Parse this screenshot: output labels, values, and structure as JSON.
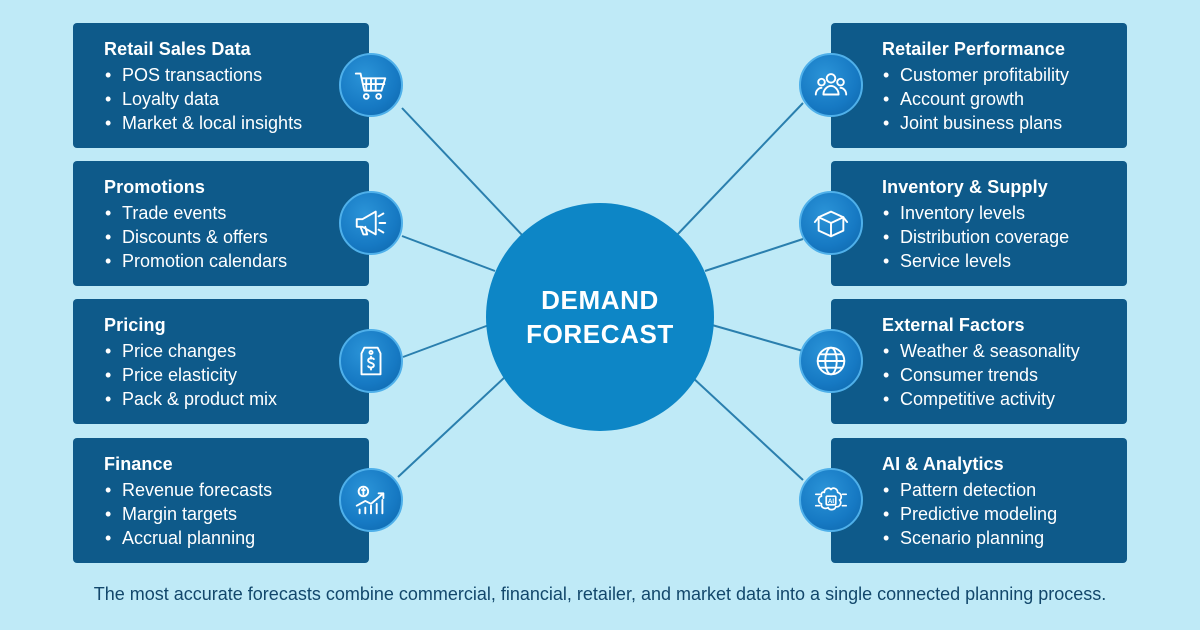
{
  "hub": {
    "line1": "DEMAND",
    "line2": "FORECAST"
  },
  "caption": "The most accurate forecasts combine commercial, financial, retailer, and market data into a single connected planning process.",
  "colors": {
    "background": "#bfeaf7",
    "card": "#0e5a8a",
    "hub": "#0d86c6",
    "connector": "#2a7fae",
    "icon": "#1679c3"
  },
  "left_cards": [
    {
      "title": "Retail Sales Data",
      "icon": "shopping-cart-icon",
      "items": [
        "POS transactions",
        "Loyalty data",
        "Market & local insights"
      ]
    },
    {
      "title": "Promotions",
      "icon": "megaphone-icon",
      "items": [
        "Trade events",
        "Discounts & offers",
        "Promotion calendars"
      ]
    },
    {
      "title": "Pricing",
      "icon": "price-tag-icon",
      "items": [
        "Price changes",
        "Price elasticity",
        "Pack & product mix"
      ]
    },
    {
      "title": "Finance",
      "icon": "growth-chart-icon",
      "items": [
        "Revenue forecasts",
        "Margin targets",
        "Accrual planning"
      ]
    }
  ],
  "right_cards": [
    {
      "title": "Retailer Performance",
      "icon": "people-group-icon",
      "items": [
        "Customer profitability",
        "Account growth",
        "Joint business plans"
      ]
    },
    {
      "title": "Inventory & Supply",
      "icon": "box-icon",
      "items": [
        "Inventory levels",
        "Distribution coverage",
        "Service levels"
      ]
    },
    {
      "title": "External Factors",
      "icon": "globe-icon",
      "items": [
        "Weather & seasonality",
        "Consumer trends",
        "Competitive activity"
      ]
    },
    {
      "title": "AI & Analytics",
      "icon": "ai-chip-icon",
      "items": [
        "Pattern detection",
        "Predictive modeling",
        "Scenario planning"
      ]
    }
  ]
}
